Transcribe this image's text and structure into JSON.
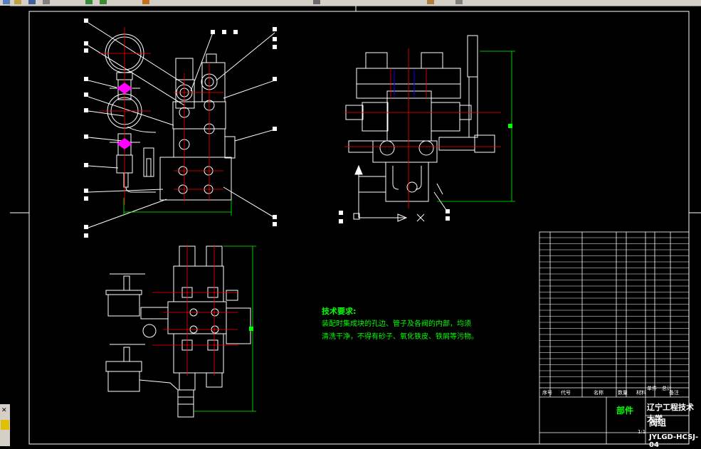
{
  "app": {
    "title": "AutoCAD drawing"
  },
  "toolbar": {
    "icons": [
      "new-icon",
      "open-icon",
      "save-icon",
      "print-icon",
      "undo-icon",
      "redo-icon",
      "pan-icon",
      "zoom-icon",
      "layer-icon",
      "properties-icon"
    ]
  },
  "technical_requirements": {
    "title": "技术要求:",
    "lines": [
      "装配时集成块的孔边、管子及各阀的内部，均须",
      "清洗干净，不得有砂子、氧化铁皮、铁屑等污物。"
    ]
  },
  "title_block": {
    "school": "辽宁工程技术大学",
    "part_label": "部件",
    "drawing_name": "阀组",
    "drawing_code": "JYLGD-HCSJ-04",
    "scale": "1:1",
    "bom_headers": [
      "序号",
      "代号",
      "名称",
      "数量",
      "材料",
      "单件",
      "总计",
      "备注"
    ]
  },
  "colors": {
    "background": "#000000",
    "lines": "#ffffff",
    "center_lines": "#ff0000",
    "dimension_lines": "#00ff00",
    "text_green": "#00ff00"
  }
}
